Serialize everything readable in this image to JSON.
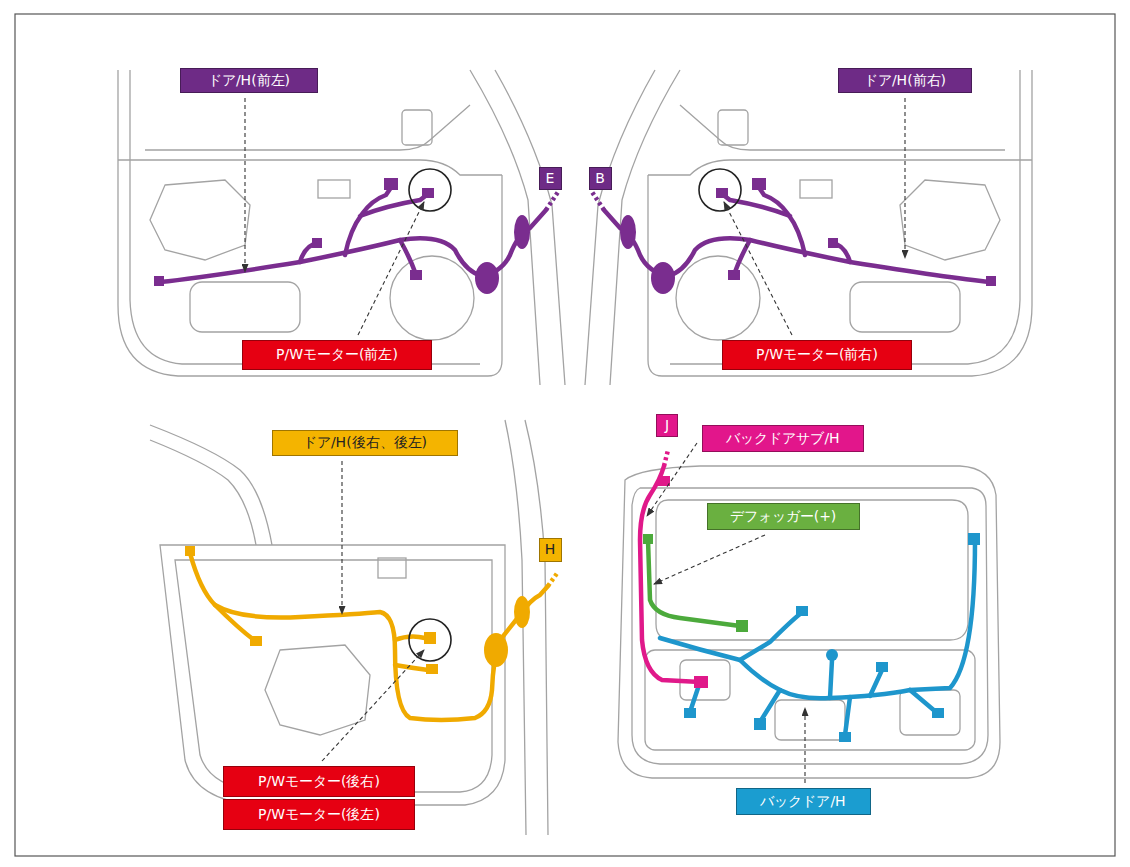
{
  "diagram": {
    "nodes": [
      {
        "text": [
          "ドア/H(前左)"
        ]
      },
      {
        "text": [
          "ドア/H(前右)"
        ]
      },
      {
        "text": [
          "E"
        ]
      },
      {
        "text": [
          "B"
        ]
      },
      {
        "text": [
          "P/Wモーター(前左)"
        ]
      },
      {
        "text": [
          "P/Wモーター(前右)"
        ]
      },
      {
        "text": [
          "ドア/H(後右、後左)"
        ]
      },
      {
        "text": [
          "J"
        ]
      },
      {
        "text": [
          "バックドアサブ/H"
        ]
      },
      {
        "text": [
          "デフォッガー(+)"
        ]
      },
      {
        "text": [
          "H"
        ]
      },
      {
        "text": [
          "P/Wモーター(後右)"
        ]
      },
      {
        "text": [
          "P/Wモーター(後左)"
        ]
      },
      {
        "text": [
          "バックドア/H"
        ]
      }
    ]
  }
}
